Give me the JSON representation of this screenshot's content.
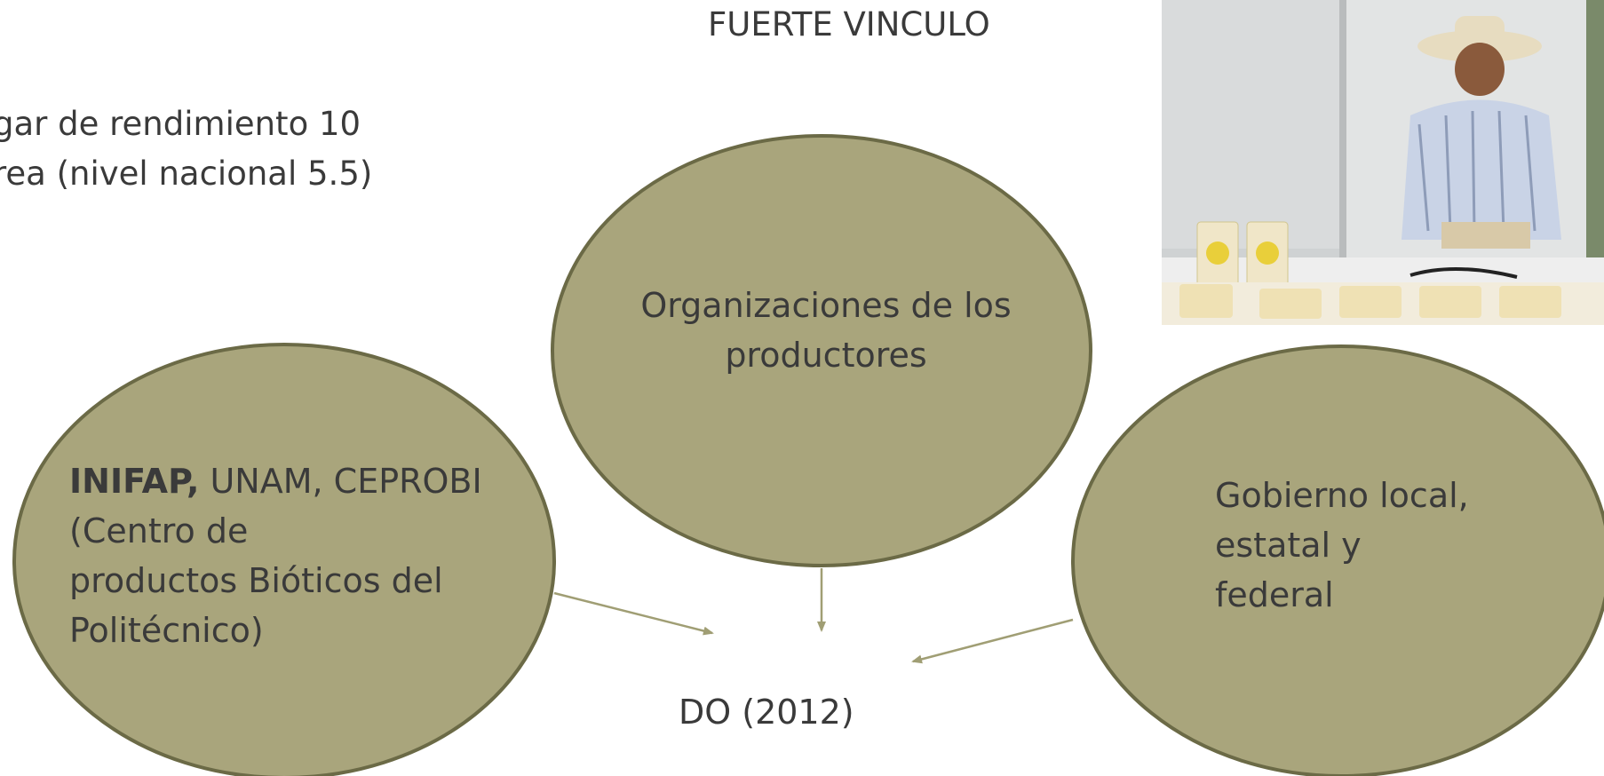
{
  "title": "FUERTE VINCULO",
  "intro": {
    "line1": "gar de rendimiento 10",
    "line2": "rea (nivel nacional 5.5)"
  },
  "nodes": {
    "top": {
      "label": "Organizaciones de los productores"
    },
    "left": {
      "label_bold": "INIFAP,",
      "label_rest": " UNAM, CEPROBI",
      "line2": "(Centro de",
      "line3": "productos Bióticos del",
      "line4": "Politécnico)"
    },
    "right": {
      "line1": "Gobierno local,",
      "line2": "estatal y",
      "line3": "federal"
    },
    "target": {
      "label": "DO (2012)"
    }
  },
  "colors": {
    "bubble_fill": "#a9a57c",
    "bubble_stroke": "#6b6a46",
    "arrow": "#a09e74",
    "text": "#3a3a3a"
  },
  "photo": {
    "icon": "producer-photo"
  }
}
